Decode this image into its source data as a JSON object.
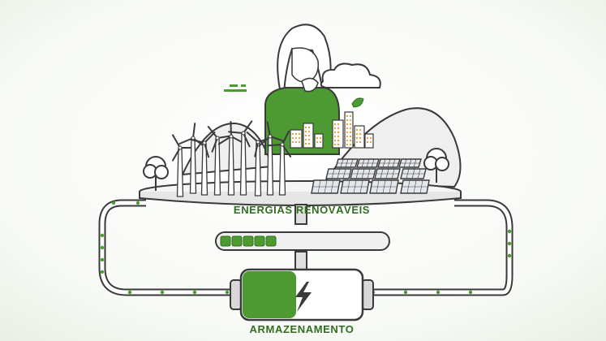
{
  "labels": {
    "platform": "ENERGIAS RENOVÁVEIS",
    "storage": "ARMAZENAMENTO"
  },
  "colors": {
    "green": "#4d9a32",
    "dark_green": "#2f6e1f",
    "outline": "#3a3a3a",
    "hill": "#efefef",
    "panel": "#e4e8ec",
    "city": "#e8a040"
  },
  "charge_meter": {
    "filled_segments": 5,
    "total_segments": 15
  },
  "battery": {
    "charge_level": 0.45
  }
}
